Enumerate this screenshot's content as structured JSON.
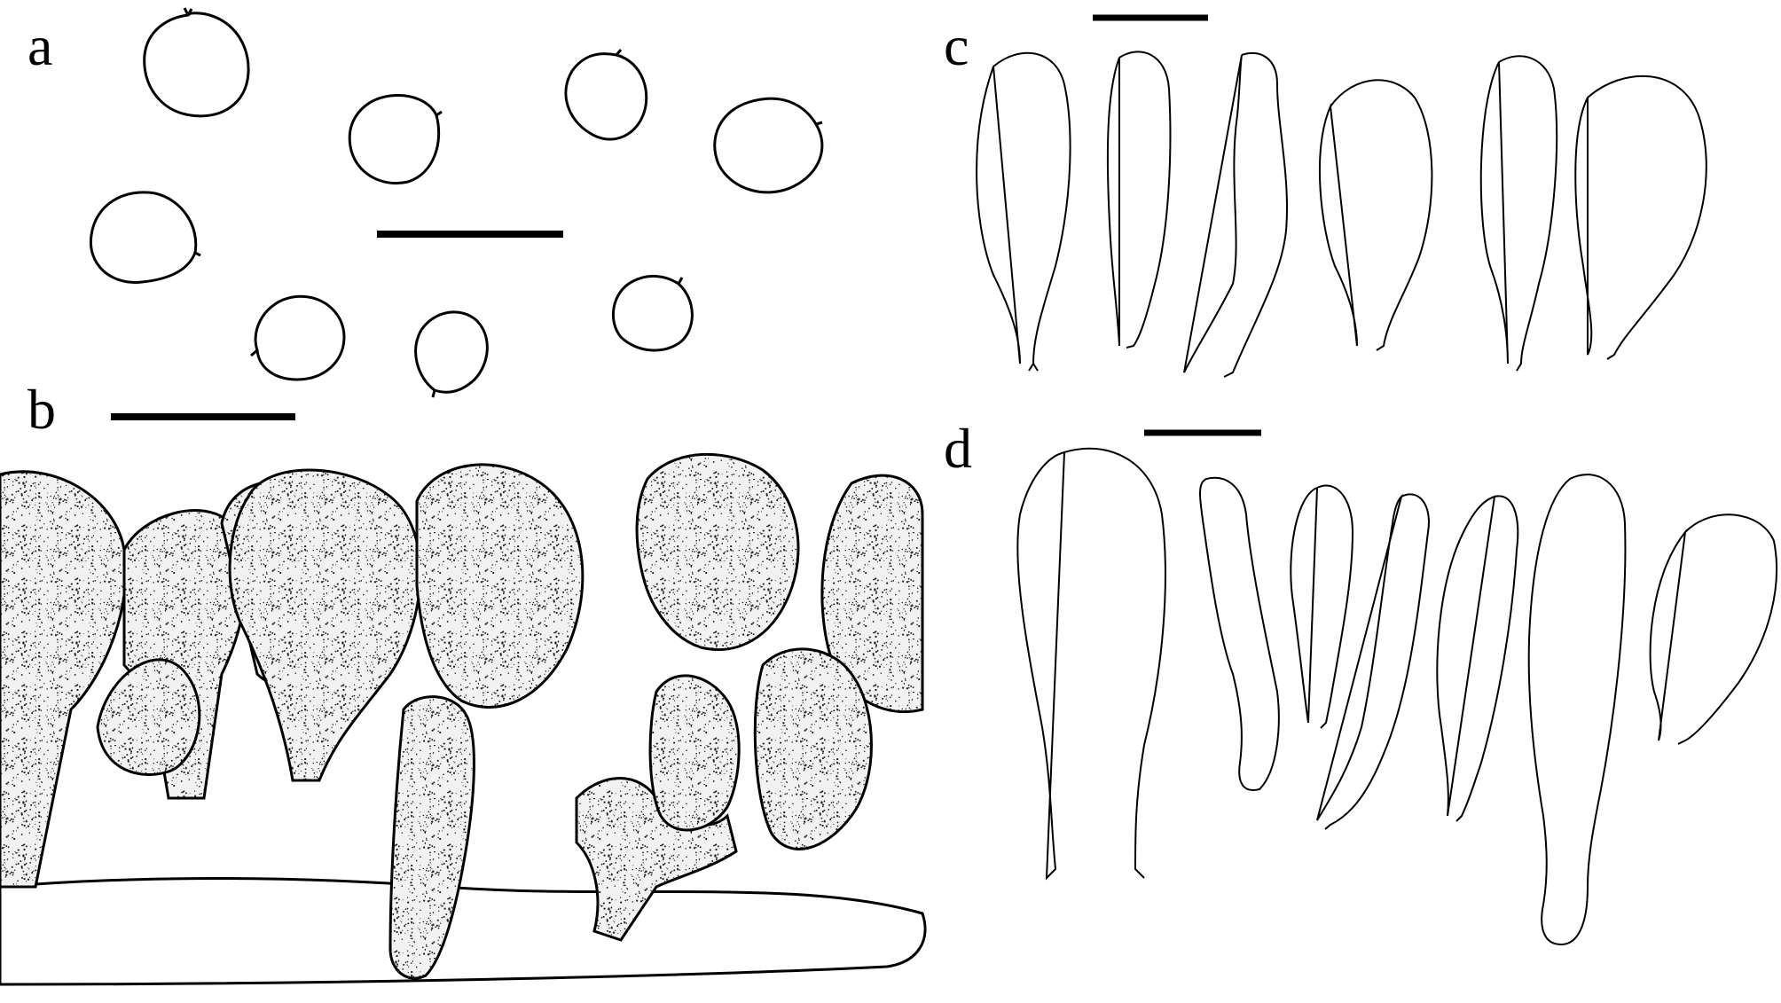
{
  "figure": {
    "panels": [
      {
        "id": "a",
        "label": "a"
      },
      {
        "id": "b",
        "label": "b"
      },
      {
        "id": "c",
        "label": "c"
      },
      {
        "id": "d",
        "label": "d"
      }
    ]
  },
  "colors": {
    "ink": "#000000",
    "paper": "#ffffff",
    "stipple": "#333333"
  }
}
